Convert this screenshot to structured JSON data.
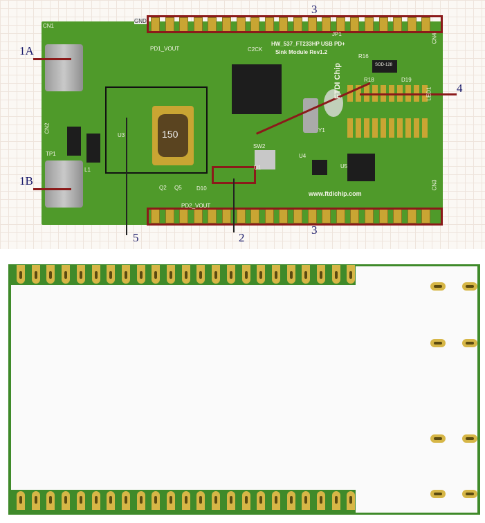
{
  "board": {
    "title": "HW_537_FT233HP USB PD+",
    "subtitle": "Sink Module Rev1.2",
    "brand": "FTDI Chip",
    "url": "www.ftdichip.com",
    "inductor_marking": "150",
    "diode_marking": "SOD-128",
    "silkscreen": [
      "CN1",
      "CN2",
      "CN3",
      "CN4",
      "LED1",
      "U1",
      "Y1",
      "SW2",
      "U3",
      "U4",
      "U5",
      "GND",
      "PD1_VOUT",
      "PD2_VOUT",
      "C2CK",
      "JP1",
      "D19",
      "D10",
      "R16",
      "R18",
      "TP1",
      "L1",
      "Q2",
      "Q5"
    ]
  },
  "callouts": {
    "c1a": "1A",
    "c1b": "1B",
    "c2": "2",
    "c3_top": "3",
    "c3_bottom": "3",
    "c4": "4",
    "c5": "5"
  },
  "colors": {
    "pcb": "#4f9a2a",
    "gold": "#c9a533",
    "callout_box": "#8b1a1a"
  }
}
